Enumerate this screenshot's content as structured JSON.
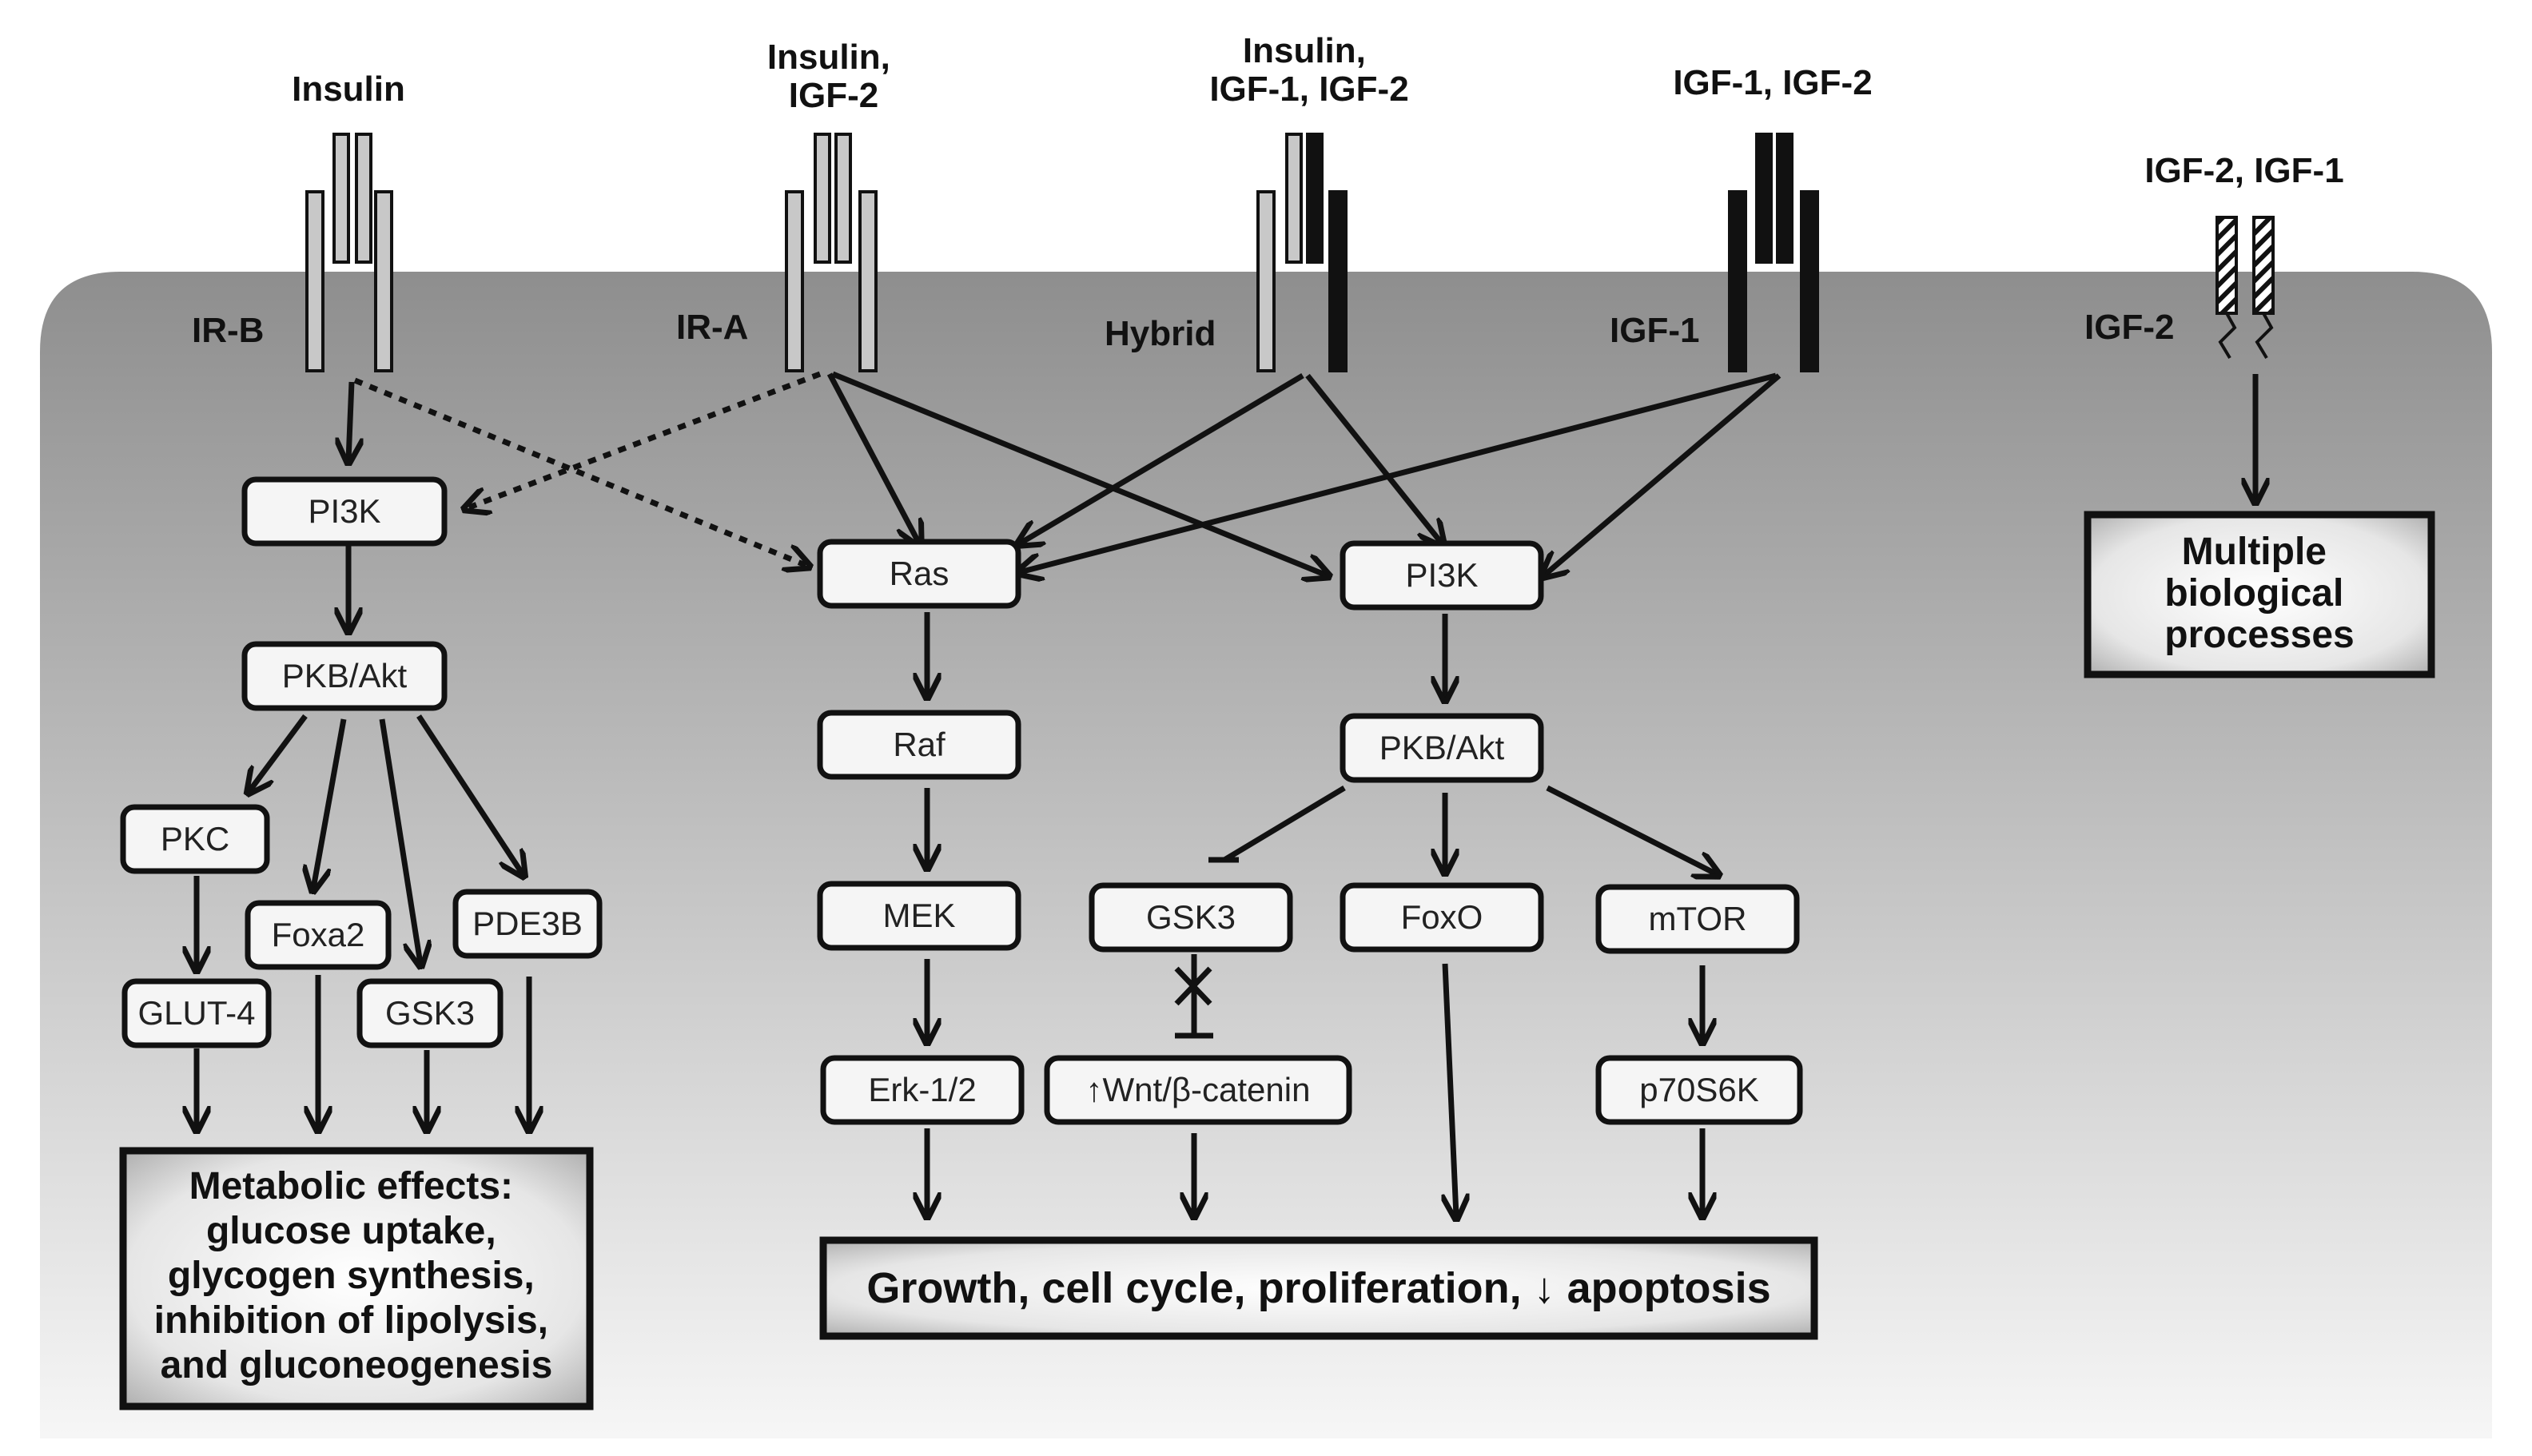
{
  "ligands": {
    "irb": "Insulin",
    "ira": [
      "Insulin,",
      "IGF-2"
    ],
    "hybrid": [
      "Insulin,",
      "IGF-1, IGF-2"
    ],
    "igf1r": "IGF-1, IGF-2",
    "igf2r": "IGF-2, IGF-1"
  },
  "receptors": {
    "irb": "IR-B",
    "ira": "IR-A",
    "hybrid": "Hybrid",
    "igf1r": "IGF-1",
    "igf2r": "IGF-2"
  },
  "metabolic": {
    "pi3k": "PI3K",
    "akt": "PKB/Akt",
    "pkc": "PKC",
    "foxa2": "Foxa2",
    "pde3b": "PDE3B",
    "glut4": "GLUT-4",
    "gsk3": "GSK3",
    "outcome": [
      "Metabolic effects:",
      "glucose uptake,",
      "glycogen synthesis,",
      "inhibition of lipolysis,",
      "and gluconeogenesis"
    ]
  },
  "mapk": {
    "ras": "Ras",
    "raf": "Raf",
    "mek": "MEK",
    "erk": "Erk-1/2"
  },
  "growth": {
    "pi3k": "PI3K",
    "akt": "PKB/Akt",
    "gsk3": "GSK3",
    "foxo": "FoxO",
    "mtor": "mTOR",
    "wnt": "↑Wnt/β-catenin",
    "p70s6k": "p70S6K",
    "outcome": "Growth, cell cycle, proliferation, ↓ apoptosis"
  },
  "igf2r_outcome": [
    "Multiple",
    "biological",
    "processes"
  ],
  "colors": {
    "membrane_top": "#8e8e8e",
    "membrane_bottom": "#f6f6f6",
    "ir_subunit": "#c8c8c8",
    "igf1r_subunit": "#111111"
  }
}
